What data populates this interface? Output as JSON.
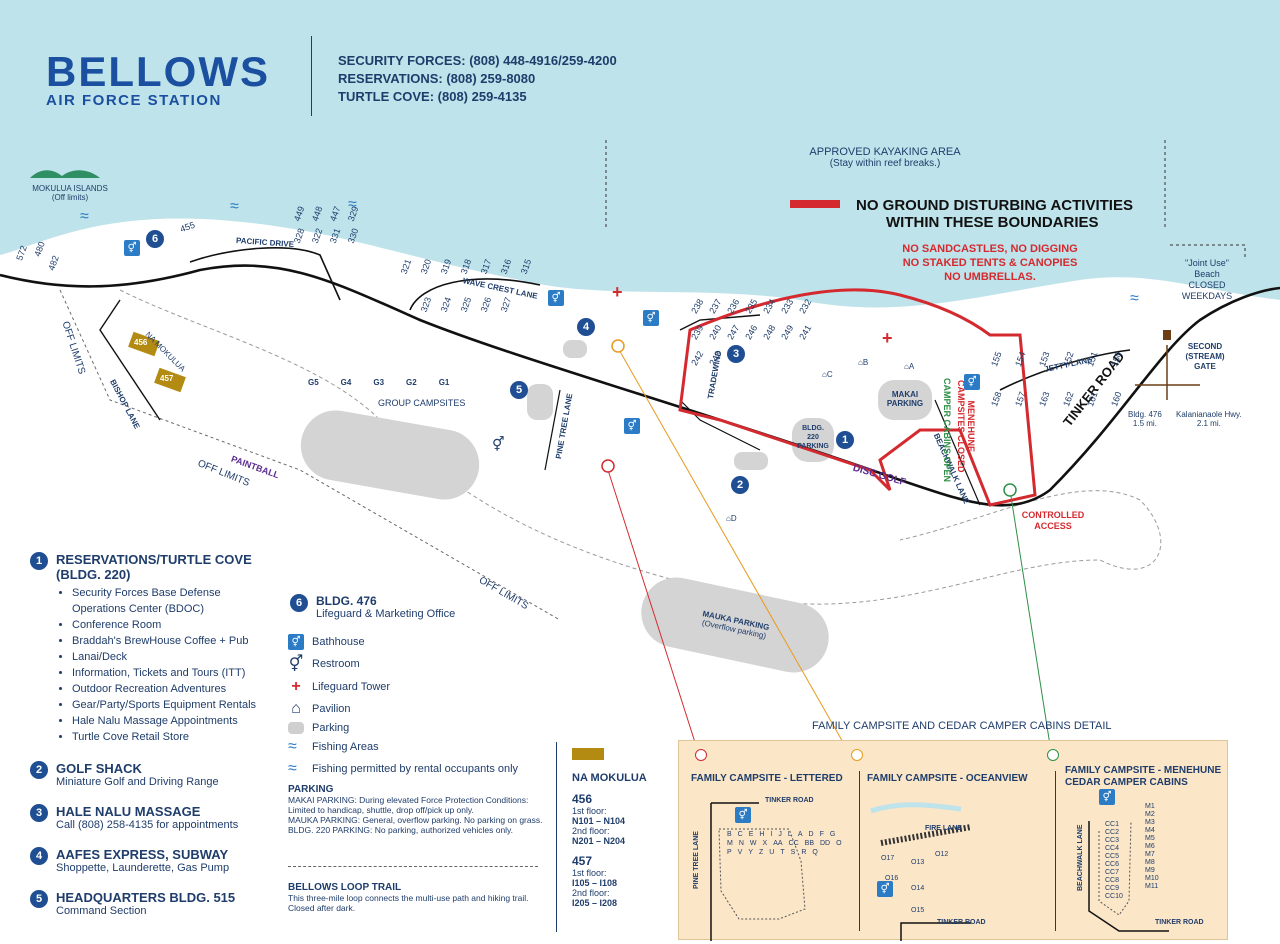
{
  "brand": {
    "title": "BELLOWS",
    "subtitle": "AIR FORCE STATION"
  },
  "contacts": [
    "SECURITY FORCES: (808) 448-4916/259-4200",
    "RESERVATIONS: (808) 259-8080",
    "TURTLE COVE: (808) 259-4135"
  ],
  "map": {
    "kayak_area": "APPROVED KAYAKING AREA",
    "kayak_note": "(Stay within reef breaks.)",
    "boundary_title_1": "NO GROUND DISTURBING ACTIVITIES",
    "boundary_title_2": "WITHIN THESE BOUNDARIES",
    "boundary_rules": [
      "NO SANDCASTLES, NO DIGGING",
      "NO STAKED TENTS & CANOPIES",
      "NO UMBRELLAS."
    ],
    "islands": "MOKULUA ISLANDS",
    "islands_note": "(Off limits)",
    "joint_use_1": "\"Joint Use\"",
    "joint_use_2": "Beach",
    "joint_use_3": "CLOSED",
    "joint_use_4": "WEEKDAYS",
    "second_gate": [
      "SECOND",
      "(STREAM)",
      "GATE"
    ],
    "bldg476_dir": [
      "Bldg. 476",
      "1.5 mi."
    ],
    "kalanianaole_dir": [
      "Kalanianaole Hwy.",
      "2.1 mi."
    ],
    "tinker_road": "TINKER ROAD",
    "controlled_access": [
      "CONTROLLED",
      "ACCESS"
    ],
    "pacific_drive": "PACIFIC DRIVE",
    "wave_crest_lane": "WAVE CREST LANE",
    "jetty_lane": "JETTY LANE",
    "tradewind": "TRADEWIND",
    "pine_tree_lane": "PINE TREE LANE",
    "beachwalk_lane": "BEACHWALK LANE",
    "bishop_lane": "BISHOP LANE",
    "na_mokulua": "NA MOKULUA",
    "group_campsites": "GROUP CAMPSITES",
    "group_sites": [
      "G5",
      "G4",
      "G3",
      "G2",
      "G1"
    ],
    "off_limits": "OFF LIMITS",
    "paintball": "PAINTBALL",
    "disc_golf": "DISC GOLF",
    "makai_parking": [
      "MAKAI",
      "PARKING"
    ],
    "bldg220_parking": [
      "BLDG.",
      "220",
      "PARKING"
    ],
    "mauka_parking": "MAUKA PARKING",
    "mauka_parking_note": "(Overflow parking)",
    "menehune_closed": [
      "MENEHUNE",
      "CAMPSITES CLOSED"
    ],
    "cabins_open": "CAMPER CABINS OPEN",
    "pavilions": [
      "A",
      "B",
      "C",
      "D"
    ],
    "bldg_456": "456",
    "bldg_457": "457",
    "buildings_west": [
      "572",
      "480",
      "482"
    ],
    "building_455": "455",
    "buildings_pacific": [
      "449",
      "448",
      "447",
      "329",
      "328",
      "322",
      "331",
      "330"
    ],
    "buildings_wave": [
      "321",
      "320",
      "319",
      "318",
      "317",
      "316",
      "315",
      "323",
      "324",
      "325",
      "326",
      "327"
    ],
    "buildings_center": [
      "238",
      "237",
      "236",
      "235",
      "234",
      "233",
      "232",
      "239",
      "240",
      "247",
      "246",
      "248",
      "249",
      "241",
      "242",
      "243"
    ],
    "buildings_east": [
      "155",
      "154",
      "153",
      "152",
      "151",
      "150",
      "158",
      "157",
      "163",
      "162",
      "161",
      "160"
    ]
  },
  "legend": {
    "items": [
      {
        "num": "1",
        "title": "RESERVATIONS/TURTLE COVE (BLDG. 220)",
        "subs": [
          "Security Forces Base Defense",
          "Operations Center (BDOC)",
          "Conference Room",
          "Braddah's BrewHouse Coffee + Pub",
          "Lanai/Deck",
          "Information, Tickets and Tours (ITT)",
          "Outdoor Recreation Adventures",
          "Gear/Party/Sports Equipment Rentals",
          "Hale Nalu Massage Appointments",
          "Turtle Cove Retail Store"
        ]
      },
      {
        "num": "2",
        "title": "GOLF SHACK",
        "desc": "Miniature Golf and Driving Range"
      },
      {
        "num": "3",
        "title": "HALE NALU MASSAGE",
        "desc": "Call (808) 258-4135 for appointments"
      },
      {
        "num": "4",
        "title": "AAFES EXPRESS, SUBWAY",
        "desc": "Shoppette, Launderette, Gas Pump"
      },
      {
        "num": "5",
        "title": "HEADQUARTERS BLDG. 515",
        "desc": "Command Section"
      },
      {
        "num": "6",
        "title": "BLDG. 476",
        "desc": "Lifeguard & Marketing Office"
      }
    ],
    "symbols": [
      "Bathhouse",
      "Restroom",
      "Lifeguard Tower",
      "Pavilion",
      "Parking",
      "Fishing Areas",
      "Fishing permitted by rental occupants only"
    ],
    "parking_title": "PARKING",
    "parking_lines": [
      "MAKAI PARKING: During elevated Force Protection Conditions:",
      "Limited to handicap, shuttle, drop off/pick up only.",
      "MAUKA PARKING: General, overflow parking. No parking on grass.",
      "BLDG. 220 PARKING: No parking, authorized vehicles only."
    ],
    "trail_title": "BELLOWS LOOP TRAIL",
    "trail_lines": [
      "This three-mile loop connects the multi-use path and hiking trail.",
      "Closed after dark."
    ],
    "na_mokulua": {
      "title": "NA MOKULUA",
      "b456": "456",
      "b456_f1": "1st floor:",
      "b456_f1v": "N101 – N104",
      "b456_f2": "2nd floor:",
      "b456_f2v": "N201 – N204",
      "b457": "457",
      "b457_f1": "1st floor:",
      "b457_f1v": "I105 – I108",
      "b457_f2": "2nd floor:",
      "b457_f2v": "I205 – I208"
    }
  },
  "detail": {
    "title": "FAMILY CAMPSITE  AND CEDAR CAMPER CABINS DETAIL",
    "lettered_title": "FAMILY CAMPSITE - LETTERED",
    "oceanview_title": "FAMILY CAMPSITE - OCEANVIEW",
    "menehune_title_1": "FAMILY CAMPSITE - MENEHUNE",
    "menehune_title_2": "CEDAR CAMPER CABINS",
    "tinker_road": "TINKER ROAD",
    "pine_tree_lane": "PINE TREE LANE",
    "fire_lane": "FIRE LANE",
    "beachwalk_lane": "BEACHWALK LANE",
    "lettered_sites": [
      "B",
      "C",
      "E",
      "H",
      "I",
      "J",
      "L",
      "A",
      "D",
      "F",
      "G",
      "M",
      "N",
      "W",
      "X",
      "AA",
      "CC",
      "BB",
      "DD",
      "O",
      "P",
      "V",
      "Y",
      "Z",
      "U",
      "T",
      "S",
      "R",
      "Q"
    ],
    "ocean_sites": [
      "O17",
      "O13",
      "O12",
      "O16",
      "O14",
      "O15"
    ],
    "cabin_sites": [
      "M1",
      "M2",
      "M3",
      "M4",
      "M5",
      "M6",
      "M7",
      "M8",
      "M9",
      "M10",
      "M11",
      "CC1",
      "CC2",
      "CC3",
      "CC4",
      "CC5",
      "CC6",
      "CC7",
      "CC8",
      "CC9",
      "CC10"
    ]
  }
}
